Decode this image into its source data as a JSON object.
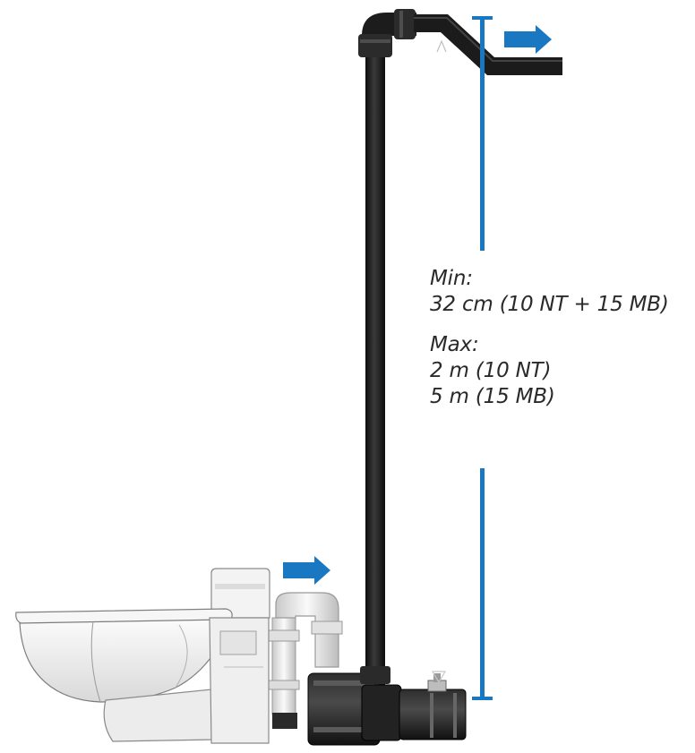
{
  "min": {
    "label": "Min:",
    "value": "32 cm (10 NT + 15 MB)"
  },
  "max": {
    "label": "Max:",
    "lines": [
      "2 m (10 NT)",
      "5 m (15 MB)"
    ]
  },
  "colors": {
    "accent_blue": "#1a78c2",
    "pipe_black": "#1a1a1a",
    "pvc_white": "#ececec",
    "porcelain": "#f2f2f2"
  }
}
